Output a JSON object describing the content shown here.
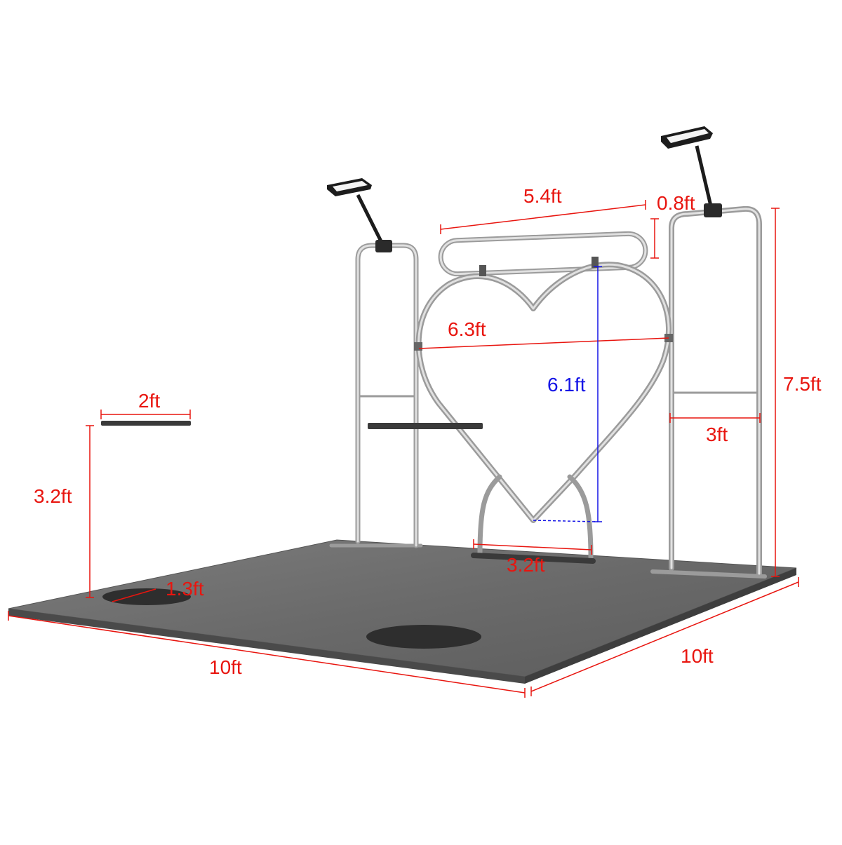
{
  "colors": {
    "dimension_red": "#e8150f",
    "dimension_blue": "#1414e6",
    "floor": "#6f6f6f",
    "floor_edge": "#4a4a4a",
    "frame": "#cfcfcf",
    "frame_stroke": "#8a8a8a",
    "tabletop": "#3a3a3a",
    "lamp": "#1c1c1c"
  },
  "dimensions": {
    "floor_front_width": "10ft",
    "floor_side_depth": "10ft",
    "top_banner_width": "5.4ft",
    "top_banner_height": "0.8ft",
    "heart_width": "6.3ft",
    "heart_height": "6.1ft",
    "heart_base_width": "3.2ft",
    "side_frame_height": "7.5ft",
    "side_frame_width": "3ft",
    "table_top_diameter": "2ft",
    "table_height": "3.2ft",
    "table_base_diameter": "1.3ft"
  },
  "objects": {
    "lamps": [
      "spotlight-left",
      "spotlight-right"
    ],
    "tables": [
      "cocktail-table-left",
      "cocktail-table-center"
    ]
  }
}
